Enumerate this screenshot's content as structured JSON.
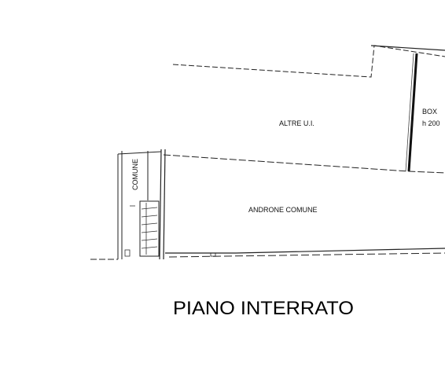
{
  "plan": {
    "title": "PIANO INTERRATO",
    "rooms": {
      "altre": "ALTRE U.I.",
      "androne": "ANDRONE COMUNE",
      "box_line1": "BOX",
      "box_line2": "h 200",
      "stair_label": "COMUNE"
    }
  }
}
